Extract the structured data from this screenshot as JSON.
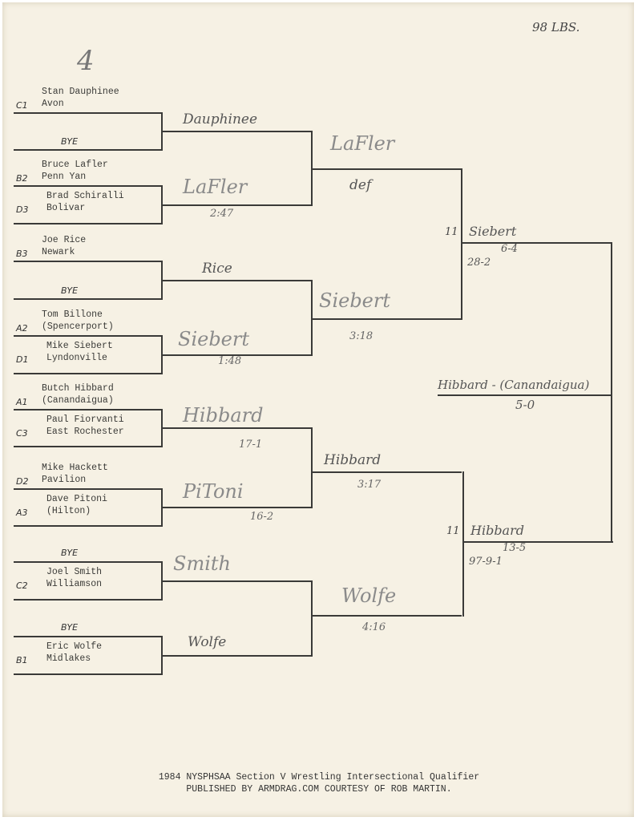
{
  "header": {
    "weight_class": "98 LBS.",
    "page_number": "4"
  },
  "round1": [
    {
      "seed": "C1",
      "name": "Stan Dauphinee",
      "school": "Avon"
    },
    {
      "seed": "",
      "name": "BYE",
      "school": ""
    },
    {
      "seed": "B2",
      "name": "Bruce Lafler",
      "school": "Penn Yan"
    },
    {
      "seed": "D3",
      "name": "Brad Schiralli",
      "school": "Bolivar"
    },
    {
      "seed": "B3",
      "name": "Joe Rice",
      "school": "Newark"
    },
    {
      "seed": "",
      "name": "BYE",
      "school": ""
    },
    {
      "seed": "A2",
      "name": "Tom Billone",
      "school": "(Spencerport)"
    },
    {
      "seed": "D1",
      "name": "Mike Siebert",
      "school": "Lyndonville"
    },
    {
      "seed": "A1",
      "name": "Butch Hibbard",
      "school": "(Canandaigua)"
    },
    {
      "seed": "C3",
      "name": "Paul Fiorvanti",
      "school": "East Rochester"
    },
    {
      "seed": "D2",
      "name": "Mike Hackett",
      "school": "Pavilion"
    },
    {
      "seed": "A3",
      "name": "Dave Pitoni",
      "school": "(Hilton)"
    },
    {
      "seed": "",
      "name": "BYE",
      "school": ""
    },
    {
      "seed": "C2",
      "name": "Joel Smith",
      "school": "Williamson"
    },
    {
      "seed": "",
      "name": "BYE",
      "school": ""
    },
    {
      "seed": "B1",
      "name": "Eric Wolfe",
      "school": "Midlakes"
    }
  ],
  "round2": [
    {
      "winner": "Dauphinee",
      "result": ""
    },
    {
      "winner": "LaFler",
      "result": "2:47"
    },
    {
      "winner": "Rice",
      "result": ""
    },
    {
      "winner": "Siebert",
      "result": "1:48"
    },
    {
      "winner": "Hibbard",
      "result": "17-1"
    },
    {
      "winner": "PiToni",
      "result": "16-2"
    },
    {
      "winner": "Smith",
      "result": ""
    },
    {
      "winner": "Wolfe",
      "result": ""
    }
  ],
  "quarterfinals": [
    {
      "winner": "LaFler",
      "result": "def"
    },
    {
      "winner": "Siebert",
      "result": "3:18"
    },
    {
      "winner": "Hibbard",
      "result": "3:17"
    },
    {
      "winner": "Wolfe",
      "result": "4:16"
    }
  ],
  "semifinals": [
    {
      "mark": "11",
      "winner": "Siebert",
      "result": "6-4",
      "record": "28-2"
    },
    {
      "mark": "11",
      "winner": "Hibbard",
      "result": "13-5",
      "record": "97-9-1"
    }
  ],
  "final": {
    "winner": "Hibbard - (Canandaigua)",
    "result": "5-0"
  },
  "footer": {
    "line1": "1984 NYSPHSAA Section V Wrestling Intersectional Qualifier",
    "line2": "PUBLISHED BY ARMDRAG.COM COURTESY OF ROB MARTIN."
  }
}
